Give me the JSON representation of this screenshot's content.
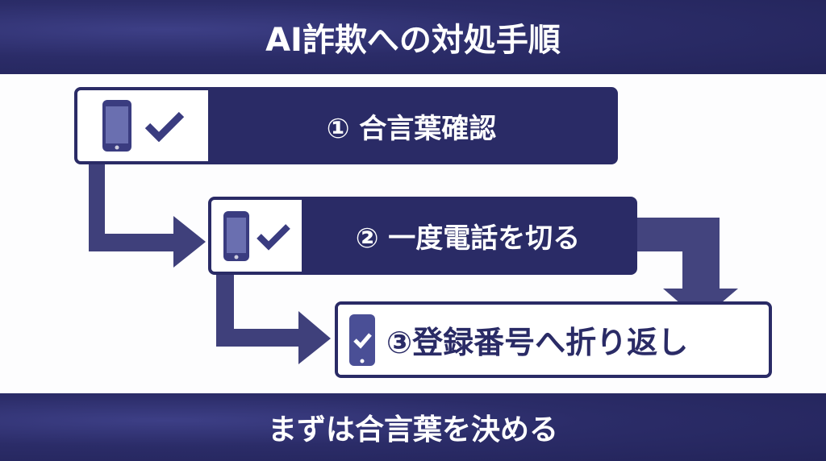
{
  "title": "AI詐欺への対処手順",
  "steps": [
    {
      "label": "① 合言葉確認"
    },
    {
      "label": "② 一度電話を切る"
    },
    {
      "label": "③登録番号へ折り返し"
    }
  ],
  "footer": "まずは合言葉を決める",
  "colors": {
    "navy": "#2a2b66",
    "white": "#ffffff"
  }
}
